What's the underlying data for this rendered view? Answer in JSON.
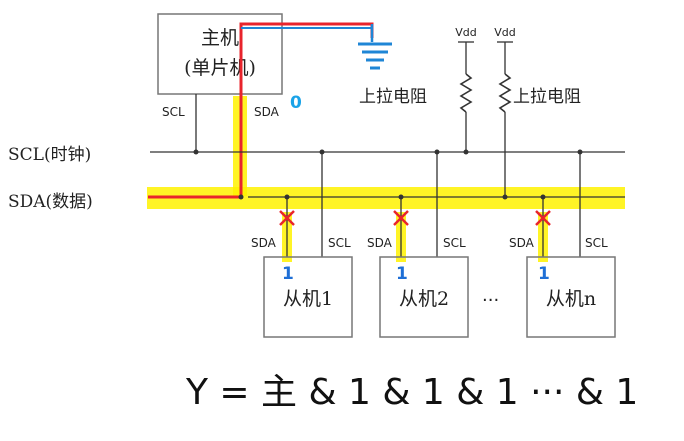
{
  "master": {
    "line1": "主机",
    "line2": "(单片机)",
    "scl": "SCL",
    "sda": "SDA",
    "output_bit": "0"
  },
  "pullups": [
    {
      "vdd": "Vdd",
      "label": "上拉电阻"
    },
    {
      "vdd": "Vdd",
      "label": "上拉电阻"
    }
  ],
  "bus": {
    "scl_label": "SCL(时钟)",
    "sda_label": "SDA(数据)"
  },
  "slaves": [
    {
      "name": "从机1",
      "sda": "SDA",
      "scl": "SCL",
      "bit": "1"
    },
    {
      "name": "从机2",
      "sda": "SDA",
      "scl": "SCL",
      "bit": "1"
    },
    {
      "name": "从机n",
      "sda": "SDA",
      "scl": "SCL",
      "bit": "1"
    }
  ],
  "ellipsis": "···",
  "formula": "Y = 主 & 1 & 1 & 1 ··· & 1",
  "colors": {
    "highlight": "#fff200",
    "master_drive": "#e8242c",
    "ground": "#1f86d6",
    "cross": "#e8242c",
    "bit_one": "#1f6fd6",
    "bit_zero": "#1aa3e8",
    "line": "#333333"
  }
}
